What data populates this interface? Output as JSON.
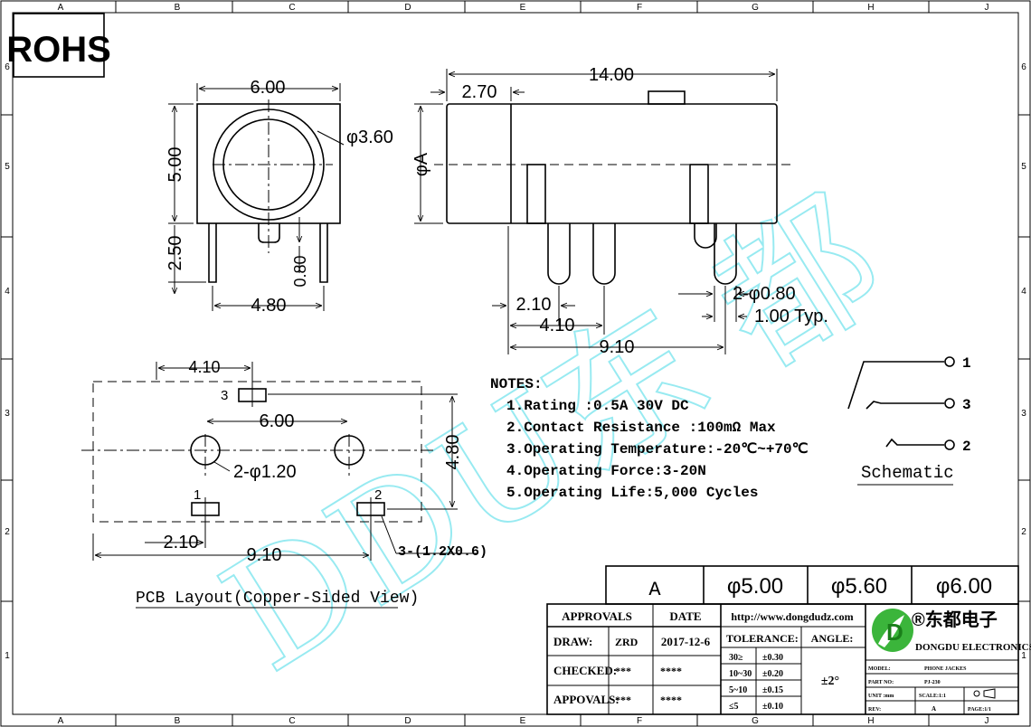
{
  "border": {
    "cols": [
      "A",
      "B",
      "C",
      "D",
      "E",
      "F",
      "G",
      "H",
      "J"
    ],
    "rows": [
      "6",
      "5",
      "4",
      "3",
      "2",
      "1"
    ]
  },
  "rohs": "ROHS",
  "front_view": {
    "width": "6.00",
    "height": "5.00",
    "hole": "φ3.60",
    "pin_len": "2.50",
    "pin_dim": "0.80",
    "pin_span": "4.80"
  },
  "side_view": {
    "length": "14.00",
    "offset": "2.70",
    "dia": "φA",
    "d1": "2.10",
    "d2": "4.10",
    "d3": "9.10",
    "pins": "2-φ0.80",
    "typ": "1.00 Typ."
  },
  "pcb": {
    "d_top": "4.10",
    "d_holes": "6.00",
    "d_height": "4.80",
    "holes": "2-φ1.20",
    "d_left": "2.10",
    "d_total": "9.10",
    "pads": "3-(1.2X0.6)",
    "pad_labels": [
      "1",
      "2",
      "3"
    ],
    "title": "PCB Layout(Copper-Sided View)"
  },
  "notes": {
    "heading": "NOTES:",
    "items": [
      "1.Rating :0.5A 30V DC",
      "2.Contact Resistance :100mΩ Max",
      "3.Operating Temperature:-20℃~+70℃",
      "4.Operating Force:3-20N",
      "5.Operating Life:5,000 Cycles"
    ]
  },
  "schematic": {
    "title": "Schematic",
    "pins": [
      "1",
      "3",
      "2"
    ]
  },
  "watermark": "DDU东 都",
  "dim_table": {
    "headers": [
      "A",
      "φ5.00",
      "φ5.60",
      "φ6.00"
    ]
  },
  "title_block": {
    "approvals": "APPROVALS",
    "date": "DATE",
    "rows": [
      {
        "label": "DRAW:",
        "name": "ZRD",
        "date": "2017-12-6"
      },
      {
        "label": "CHECKED:",
        "name": "***",
        "date": "****"
      },
      {
        "label": "APPOVALS:",
        "name": "***",
        "date": "****"
      }
    ],
    "url": "http://www.dongdudz.com",
    "tolerance": "TOLERANCE:",
    "angle": "ANGLE:",
    "tol_rows": [
      {
        "range": "30≥",
        "val": "±0.30"
      },
      {
        "range": "10~30",
        "val": "±0.20"
      },
      {
        "range": "5~10",
        "val": "±0.15"
      },
      {
        "range": "≤5",
        "val": "±0.10"
      }
    ],
    "angle_val": "±2°",
    "company_cn": "®东都电子",
    "company_en": "DONGDU ELECTRONICS",
    "model_label": "MODEL:",
    "model": "PHONE JACKES",
    "part_label": "PART NO:",
    "part": "PJ-230",
    "unit_label": "UNIT :mm",
    "scale": "SCALE:1:1",
    "rev_label": "REV:",
    "rev": "A",
    "page": "PAGE:1/1"
  }
}
